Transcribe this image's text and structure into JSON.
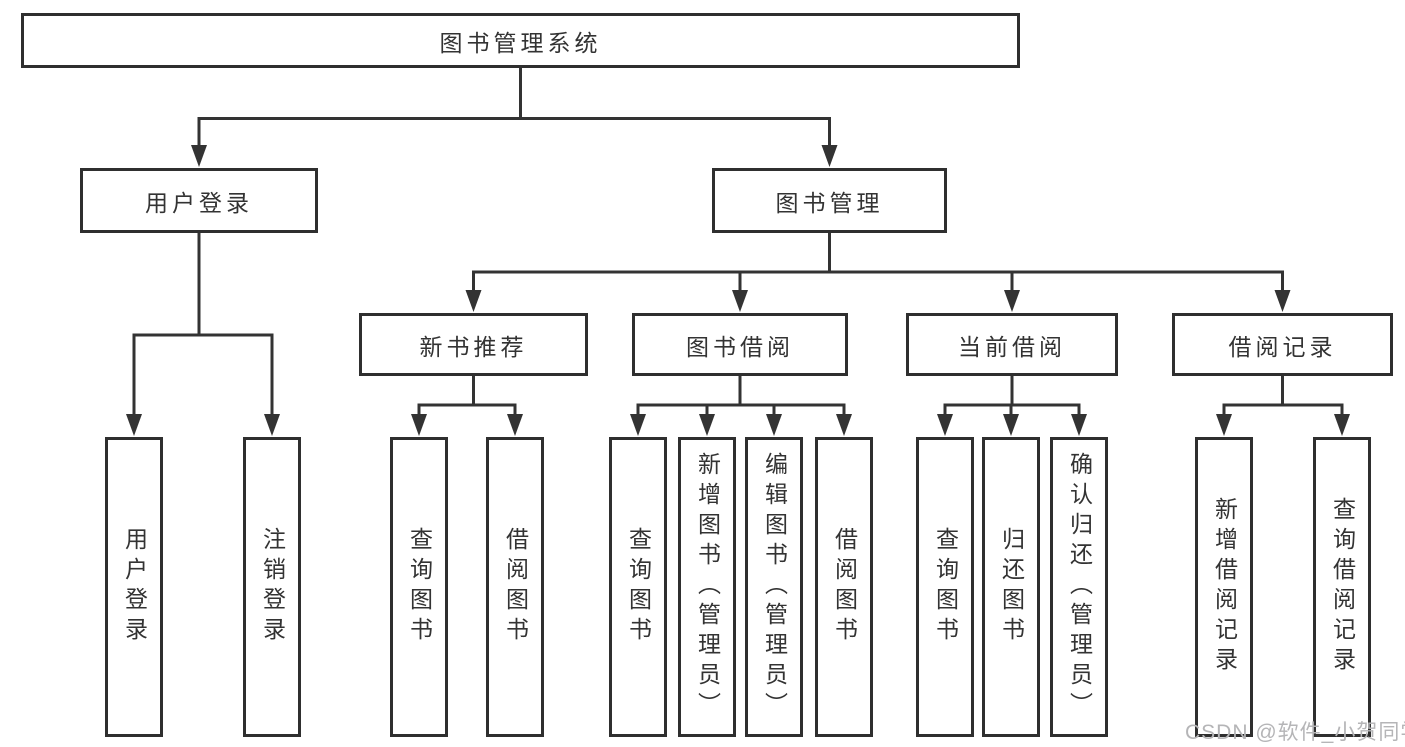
{
  "nodes": {
    "root": "图书管理系统",
    "user_login": "用户登录",
    "book_mgmt": "图书管理",
    "new_book_rec": "新书推荐",
    "book_borrow": "图书借阅",
    "current_borrow": "当前借阅",
    "borrow_records": "借阅记录"
  },
  "leaves": {
    "user_login": [
      "用户登录",
      "注销登录"
    ],
    "new_book_rec": [
      "查询图书",
      "借阅图书"
    ],
    "book_borrow": [
      "查询图书",
      "新增图书（管理员）",
      "编辑图书（管理员）",
      "借阅图书"
    ],
    "current_borrow": [
      "查询图书",
      "归还图书",
      "确认归还（管理员）"
    ],
    "borrow_records": [
      "新增借阅记录",
      "查询借阅记录"
    ]
  },
  "watermark": "CSDN @软件_小贺同学",
  "colors": {
    "line": "#333333",
    "border": "#2f2f2f",
    "watermark": "#b5b5b7"
  }
}
